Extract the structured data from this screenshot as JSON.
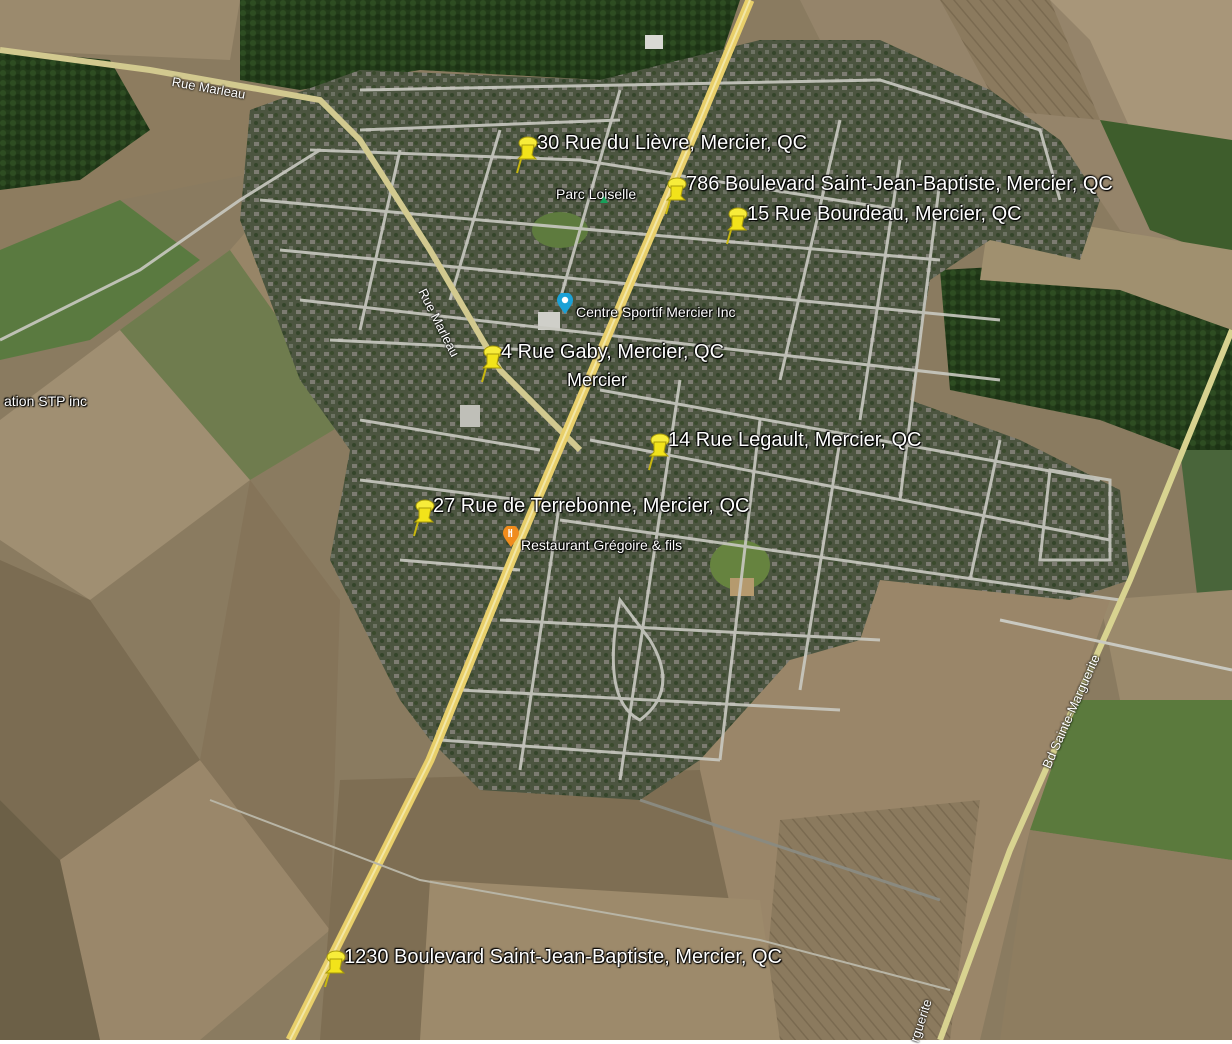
{
  "placemarks": [
    {
      "label": "30 Rue du Lièvre, Mercier, QC"
    },
    {
      "label": "786 Boulevard Saint-Jean-Baptiste, Mercier, QC"
    },
    {
      "label": "15 Rue Bourdeau, Mercier, QC"
    },
    {
      "label": "4 Rue Gaby, Mercier, QC"
    },
    {
      "label": "14 Rue Legault, Mercier, QC"
    },
    {
      "label": "27 Rue de Terrebonne, Mercier, QC"
    },
    {
      "label": "1230 Boulevard Saint-Jean-Baptiste, Mercier, QC"
    }
  ],
  "pois": {
    "park": "Parc Loiselle",
    "sports": "Centre Sportif Mercier Inc",
    "restaurant": "Restaurant Grégoire & fils",
    "business": "ation STP inc"
  },
  "town": "Mercier",
  "roads": {
    "marleau_top": "Rue Marleau",
    "marleau_diag": "Rue Marleau",
    "sainte_marguerite": "Bd Sainte-Marguerite",
    "marguerite_bottom": "rguerite"
  },
  "colors": {
    "pin_yellow": "#f2e31a",
    "poi_blue": "#1aa1d6",
    "poi_orange": "#f08c1d",
    "park_green": "#18a05a",
    "main_road": "#e8cf6a",
    "minor_road": "#c9c9c1"
  }
}
